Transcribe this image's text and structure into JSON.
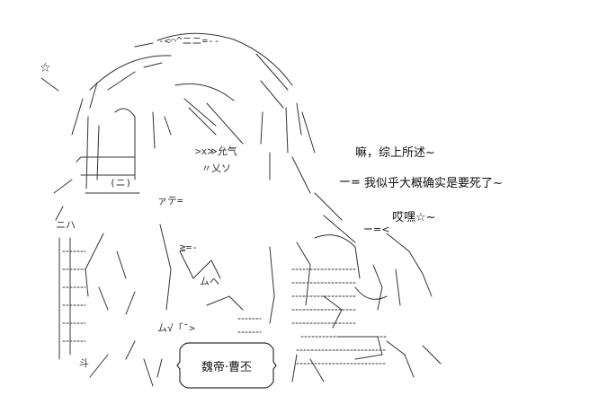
{
  "star": "☆",
  "dialogue": {
    "line1": "嘛，综上所述~",
    "line2": "我似乎大概确实是要死了~",
    "line3": "哎嘿☆~"
  },
  "name_plate": "魏帝·曹丕",
  "art_text": {
    "top": "-<⌒^ニニ=--",
    "sfx": ">x≫允气",
    "sfx2": "〃乂ソ",
    "label_a": "(ニ)",
    "label_b": "ァテ=",
    "label_c": "ニハ",
    "label_d": "≧=-",
    "label_e": "ムヘ",
    "label_f": "ム√「¯>",
    "label_g": "斗"
  },
  "colors": {
    "ink": "#333333",
    "text": "#111111",
    "background": "#ffffff"
  }
}
